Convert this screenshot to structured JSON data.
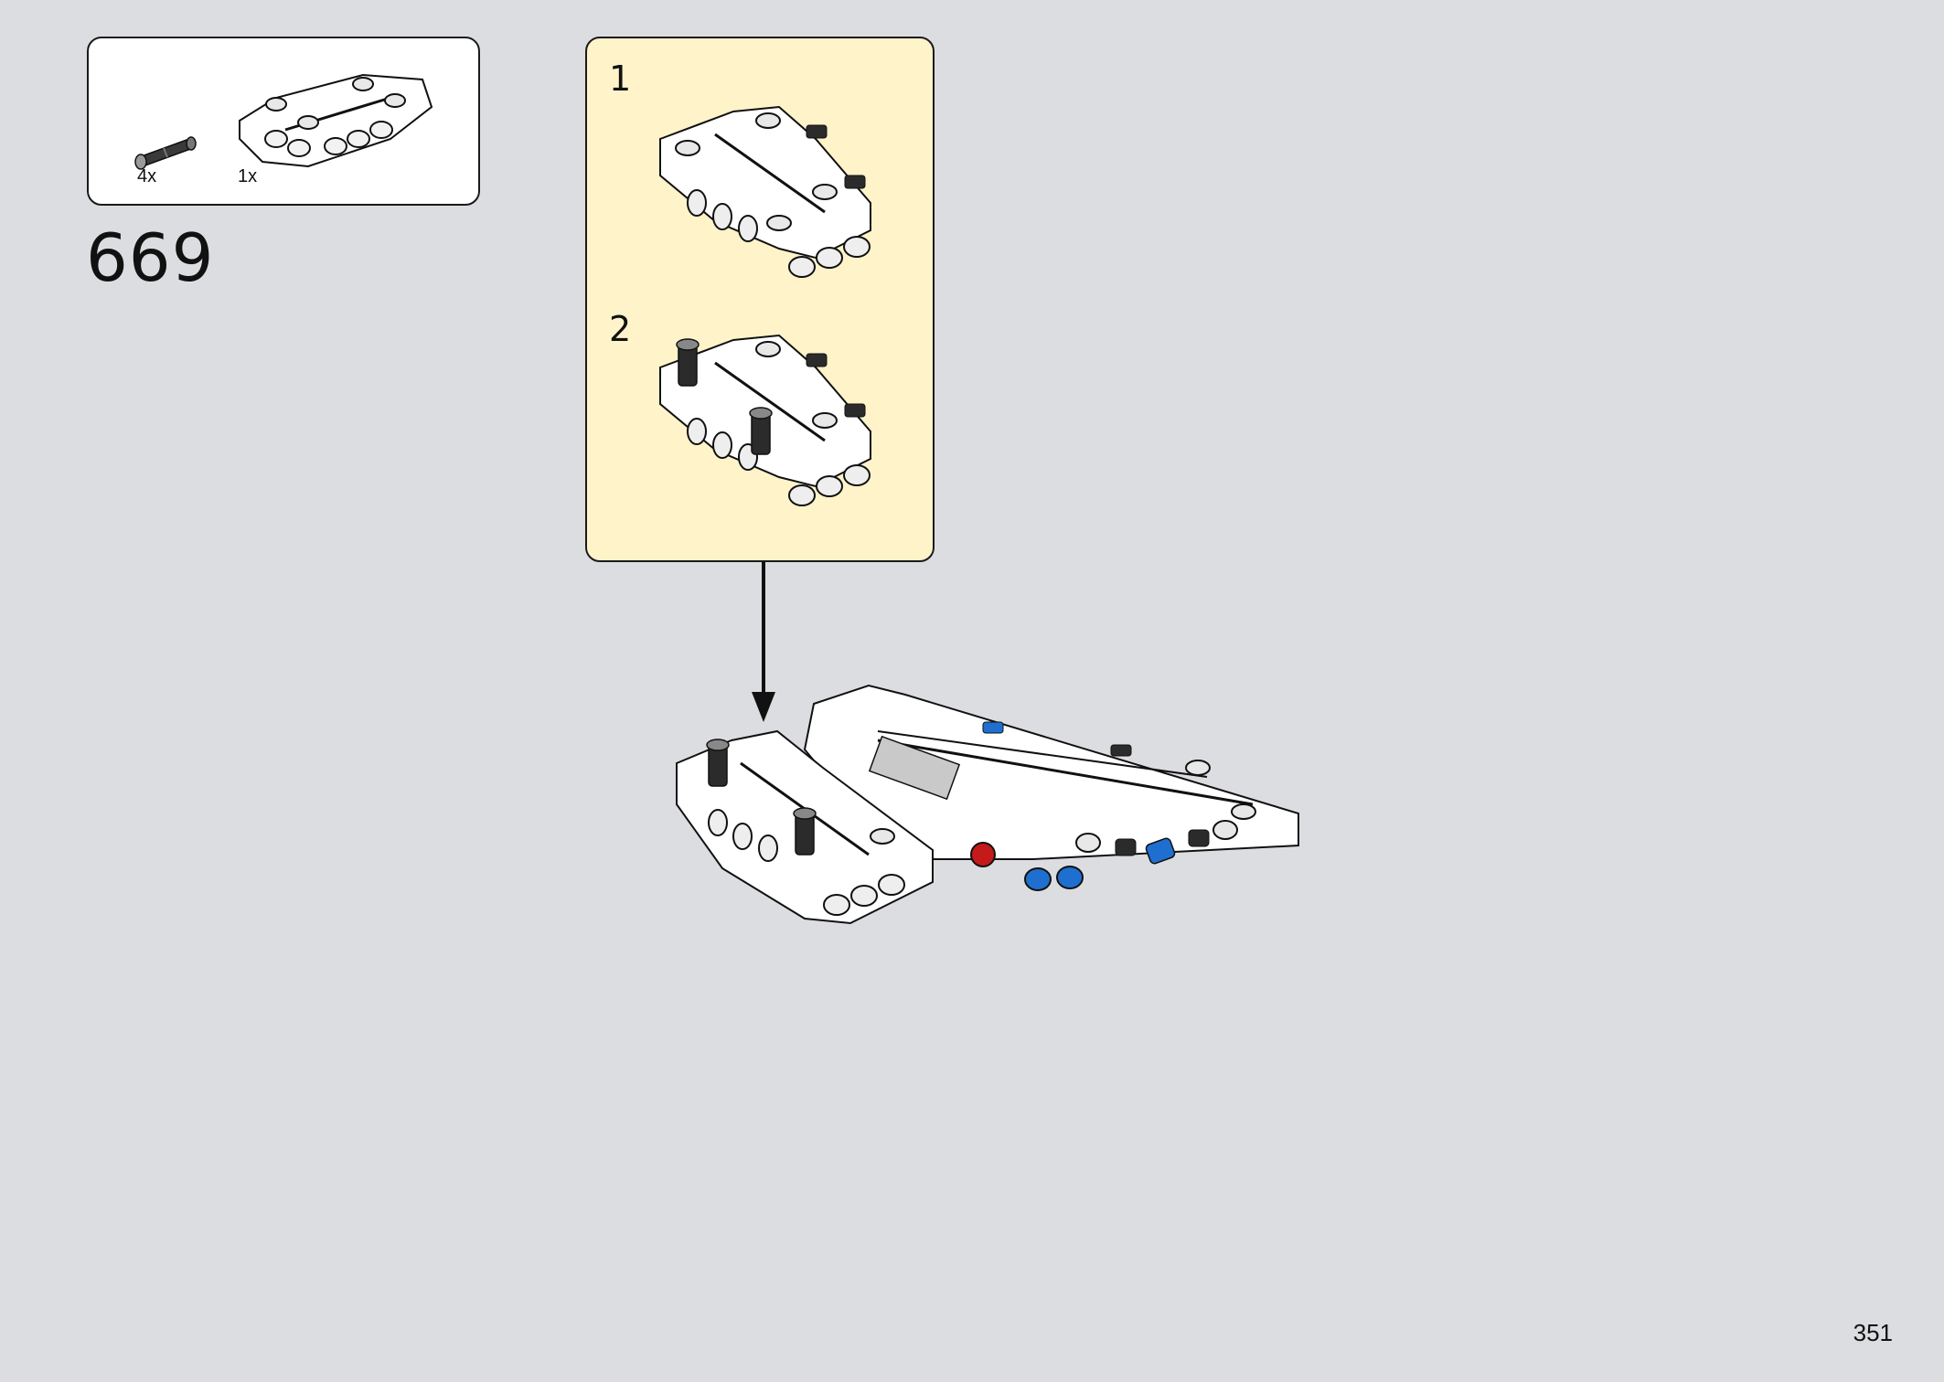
{
  "parts_list": {
    "items": [
      {
        "part": "axle-pin-icon",
        "qty": "4x"
      },
      {
        "part": "panel-beam-icon",
        "qty": "1x"
      }
    ]
  },
  "step": {
    "number": "669"
  },
  "sub_steps": [
    {
      "label": "1"
    },
    {
      "label": "2"
    }
  ],
  "page": {
    "number": "351"
  },
  "colors": {
    "background": "#dcdde0",
    "callout_background": "#fef3c9",
    "part_white": "#ffffff",
    "pin_black": "#2b2b2b",
    "pin_blue": "#1f6fd1",
    "pin_red": "#c41a1a"
  }
}
